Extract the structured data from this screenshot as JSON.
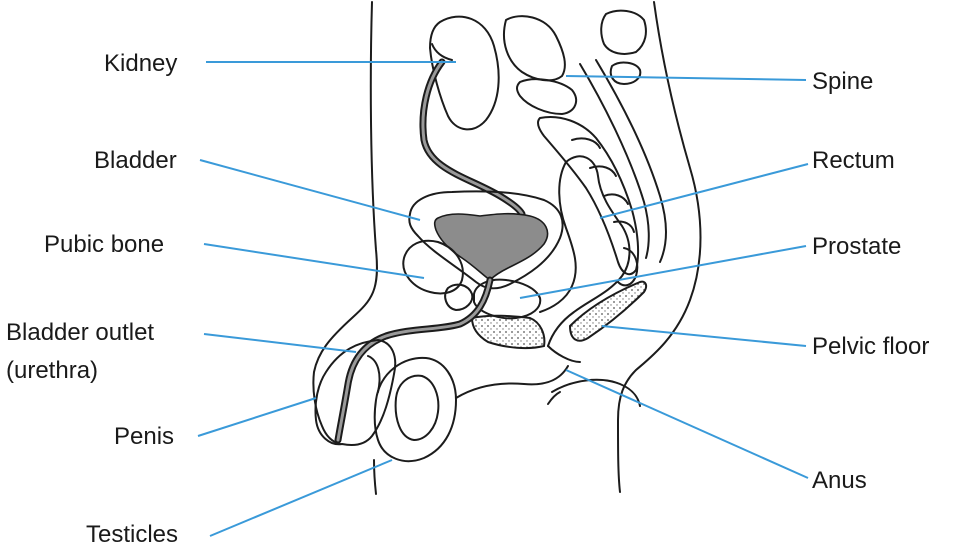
{
  "colors": {
    "leader": "#3a9ad9",
    "outline": "#1c1c1c",
    "bladder_fill": "#8c8c8c",
    "background": "#ffffff"
  },
  "labels": {
    "kidney": "Kidney",
    "bladder": "Bladder",
    "pubic_bone": "Pubic bone",
    "bladder_outlet_line1": "Bladder outlet",
    "bladder_outlet_line2": "(urethra)",
    "penis": "Penis",
    "testicles": "Testicles",
    "spine": "Spine",
    "rectum": "Rectum",
    "prostate": "Prostate",
    "pelvic_floor": "Pelvic floor",
    "anus": "Anus"
  }
}
